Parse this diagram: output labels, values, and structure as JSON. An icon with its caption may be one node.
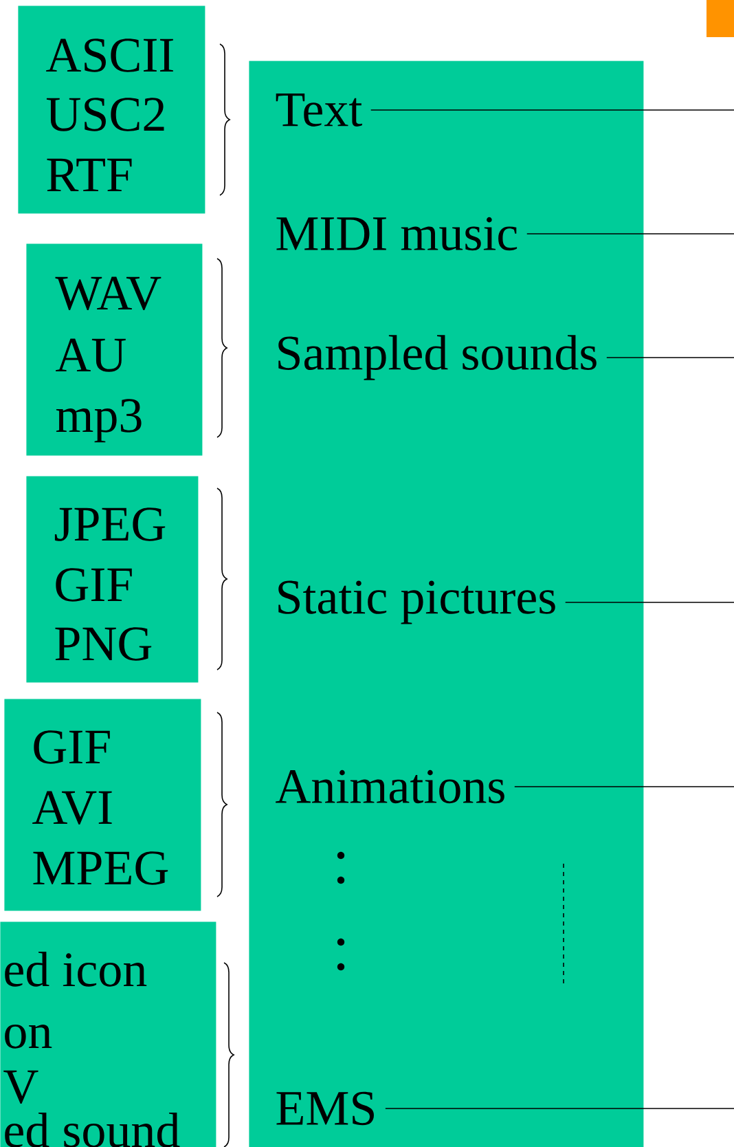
{
  "diagram": {
    "nodes": [
      {
        "text": [],
        "shape": "box"
      },
      {
        "text": [
          "Text"
        ],
        "in": 0
      },
      {
        "text": [
          "MIDI music"
        ],
        "in": 0
      },
      {
        "text": [
          "Sampled sounds"
        ],
        "in": 0
      },
      {
        "text": [
          "Static  pictures"
        ],
        "in": 0
      },
      {
        "text": [
          "Animations"
        ],
        "in": 0
      },
      {
        "text": [
          "EMS"
        ],
        "in": 0
      },
      {
        "text": [
          "ASCII",
          "USC2",
          "RTF"
        ]
      },
      {
        "text": [
          "WAV",
          "AU",
          "mp3"
        ]
      },
      {
        "text": [
          "JPEG",
          "GIF",
          "PNG"
        ]
      },
      {
        "text": [
          "GIF",
          "AVI",
          "MPEG"
        ]
      },
      {
        "text": [
          "ed icon",
          "on",
          "V",
          "ed sound"
        ]
      }
    ],
    "edges": [
      {
        "from": 1,
        "to": null,
        "arrow": "none"
      },
      {
        "from": 2,
        "to": null,
        "arrow": "none"
      },
      {
        "from": 3,
        "to": null,
        "arrow": "none"
      },
      {
        "from": 4,
        "to": null,
        "arrow": "none"
      },
      {
        "from": 5,
        "to": null,
        "arrow": "none"
      },
      {
        "from": 6,
        "to": null,
        "arrow": "none"
      }
    ]
  }
}
